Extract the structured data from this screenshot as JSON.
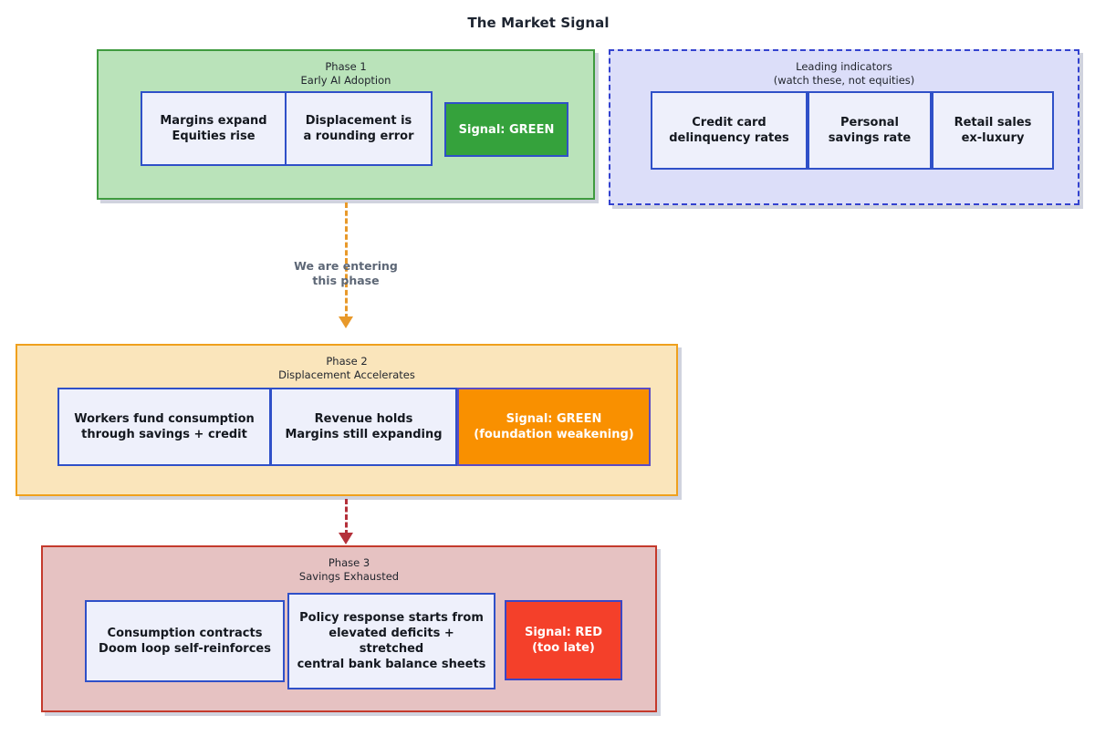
{
  "title": "The Market Signal",
  "groups": {
    "phase1": {
      "title": "Phase 1\nEarly AI Adoption",
      "cards": [
        {
          "text": "Margins expand\nEquities rise"
        },
        {
          "text": "Displacement is\na rounding error"
        },
        {
          "text": "Signal: GREEN"
        }
      ]
    },
    "leading_indicators": {
      "title": "Leading indicators\n(watch these, not equities)",
      "cards": [
        {
          "text": "Credit card\ndelinquency rates"
        },
        {
          "text": "Personal\nsavings rate"
        },
        {
          "text": "Retail sales\nex-luxury"
        }
      ]
    },
    "phase2": {
      "title": "Phase 2\nDisplacement Accelerates",
      "cards": [
        {
          "text": "Workers fund consumption\nthrough savings + credit"
        },
        {
          "text": "Revenue holds\nMargins still expanding"
        },
        {
          "text": "Signal: GREEN\n(foundation weakening)"
        }
      ]
    },
    "phase3": {
      "title": "Phase 3\nSavings Exhausted",
      "cards": [
        {
          "text": "Consumption contracts\nDoom loop self-reinforces"
        },
        {
          "text": "Policy response starts from\nelevated deficits + stretched\ncentral bank balance sheets"
        },
        {
          "text": "Signal: RED\n(too late)"
        }
      ]
    }
  },
  "connectors": {
    "phase1_to_phase2_label": "We are entering\nthis phase"
  },
  "colors": {
    "phase1_fill": "#bae3ba",
    "phase1_border": "#3f9b3f",
    "leading_fill": "#dcdef9",
    "leading_border": "#3342cf",
    "phase2_fill": "#fae5bb",
    "phase2_border": "#efa01d",
    "phase3_fill": "#e6c2c2",
    "phase3_border": "#c43a2c",
    "card_fill": "#eef0fb",
    "card_border": "#2f50c8",
    "signal_green": "#35a23c",
    "signal_orange": "#f99000",
    "signal_red": "#f4402a",
    "arrow_orange": "#e8992a",
    "arrow_red": "#b4303a",
    "connector_label": "#5d6776"
  }
}
